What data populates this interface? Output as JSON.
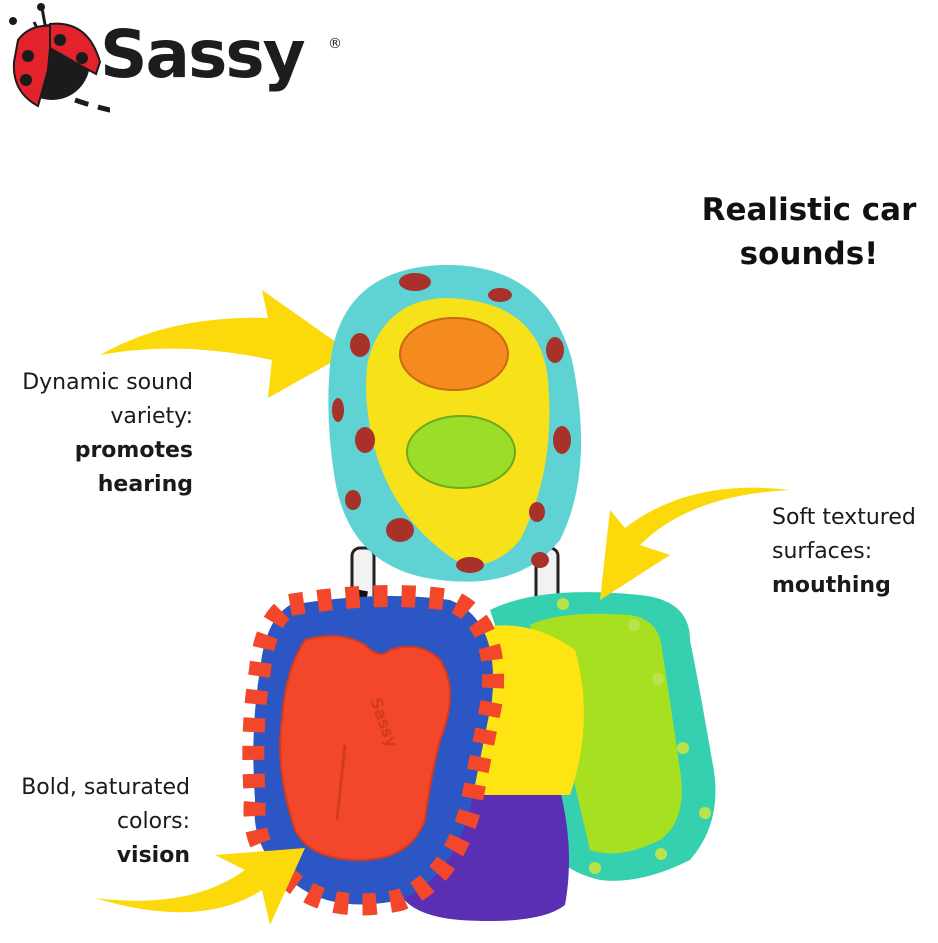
{
  "brand": {
    "name": "Sassy",
    "registered_mark": "®",
    "logo_icon": "ladybug-icon",
    "colors": {
      "ladybug_red": "#e3232b",
      "ladybug_black": "#1b1b1b",
      "wordmark": "#1d1d1d"
    }
  },
  "headline": {
    "line1": "Realistic car",
    "line2": "sounds!"
  },
  "callouts": [
    {
      "position": "left-top",
      "lines": [
        "Dynamic sound",
        "variety:"
      ],
      "emphasis": [
        "promotes",
        "hearing"
      ],
      "arrow": "arrow-right-icon"
    },
    {
      "position": "right",
      "lines": [
        "Soft textured",
        "surfaces:"
      ],
      "emphasis": [
        "mouthing"
      ],
      "arrow": "arrow-down-left-icon"
    },
    {
      "position": "left-bottom",
      "lines": [
        "Bold, saturated",
        "colors:"
      ],
      "emphasis": [
        "vision"
      ],
      "arrow": "arrow-up-right-icon"
    }
  ],
  "product": {
    "name": "Sassy teether keys",
    "key_embossed_text": "Sassy",
    "colors": {
      "remote_border": "#5fd3d4",
      "remote_face": "#f7e21a",
      "remote_dots": "#a8322a",
      "button_top": "#f58a1f",
      "button_bottom": "#9bde2a",
      "red_key": "#f2472a",
      "red_key_stripe": "#2b56c4",
      "yellow_key": "#ffe414",
      "purple_key": "#5a2fb3",
      "green_key": "#a6e020",
      "green_key_border": "#35d0b0",
      "arrow": "#fbd90b"
    }
  }
}
